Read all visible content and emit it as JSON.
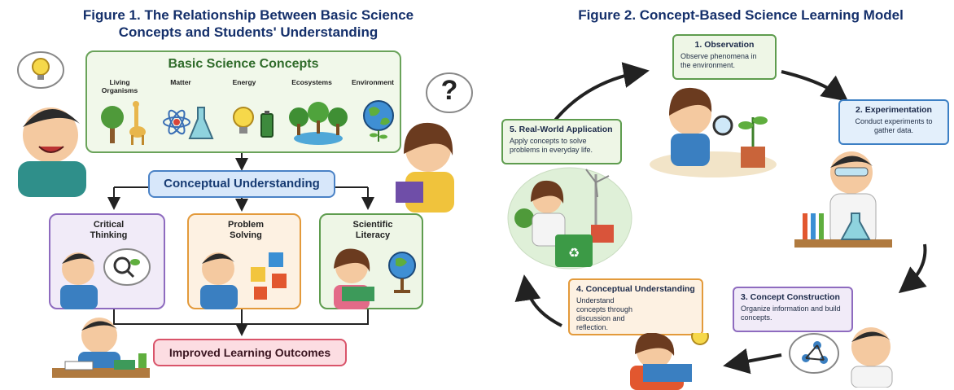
{
  "figure1": {
    "title_line1": "Figure 1. The Relationship Between Basic Science",
    "title_line2": "Concepts and Students' Understanding",
    "concepts_box": {
      "title": "Basic Science Concepts",
      "items": [
        {
          "label": "Living Organisms",
          "icon": "tree-giraffe-icon"
        },
        {
          "label": "Matter",
          "icon": "atom-flask-icon"
        },
        {
          "label": "Energy",
          "icon": "lightbulb-battery-icon"
        },
        {
          "label": "Ecosystems",
          "icon": "forest-pond-icon"
        },
        {
          "label": "Environment",
          "icon": "earth-plant-icon"
        }
      ]
    },
    "understanding": "Conceptual Understanding",
    "skills": [
      {
        "label": "Critical Thinking",
        "color": "#8e6bbf"
      },
      {
        "label": "Problem Solving",
        "color": "#e39a3b"
      },
      {
        "label": "Scientific Literacy",
        "color": "#5e9c4e"
      }
    ],
    "outcome": "Improved Learning Outcomes",
    "thought_question": "?"
  },
  "figure2": {
    "title": "Figure 2. Concept-Based Science Learning Model",
    "steps": [
      {
        "title": "1. Observation",
        "text": "Observe phenomena in the environment.",
        "color": "#5e9c4e"
      },
      {
        "title": "2. Experimentation",
        "text": "Conduct experiments to gather data.",
        "color": "#3c7fc4"
      },
      {
        "title": "3. Concept Construction",
        "text": "Organize information and build concepts.",
        "color": "#8e6bbf"
      },
      {
        "title": "4. Conceptual Understanding",
        "text": "Understand concepts through discussion and reflection.",
        "color": "#e39a3b"
      },
      {
        "title": "5. Real-World Application",
        "text": "Apply concepts to solve problems in everyday life.",
        "color": "#5e9c4e"
      }
    ]
  }
}
